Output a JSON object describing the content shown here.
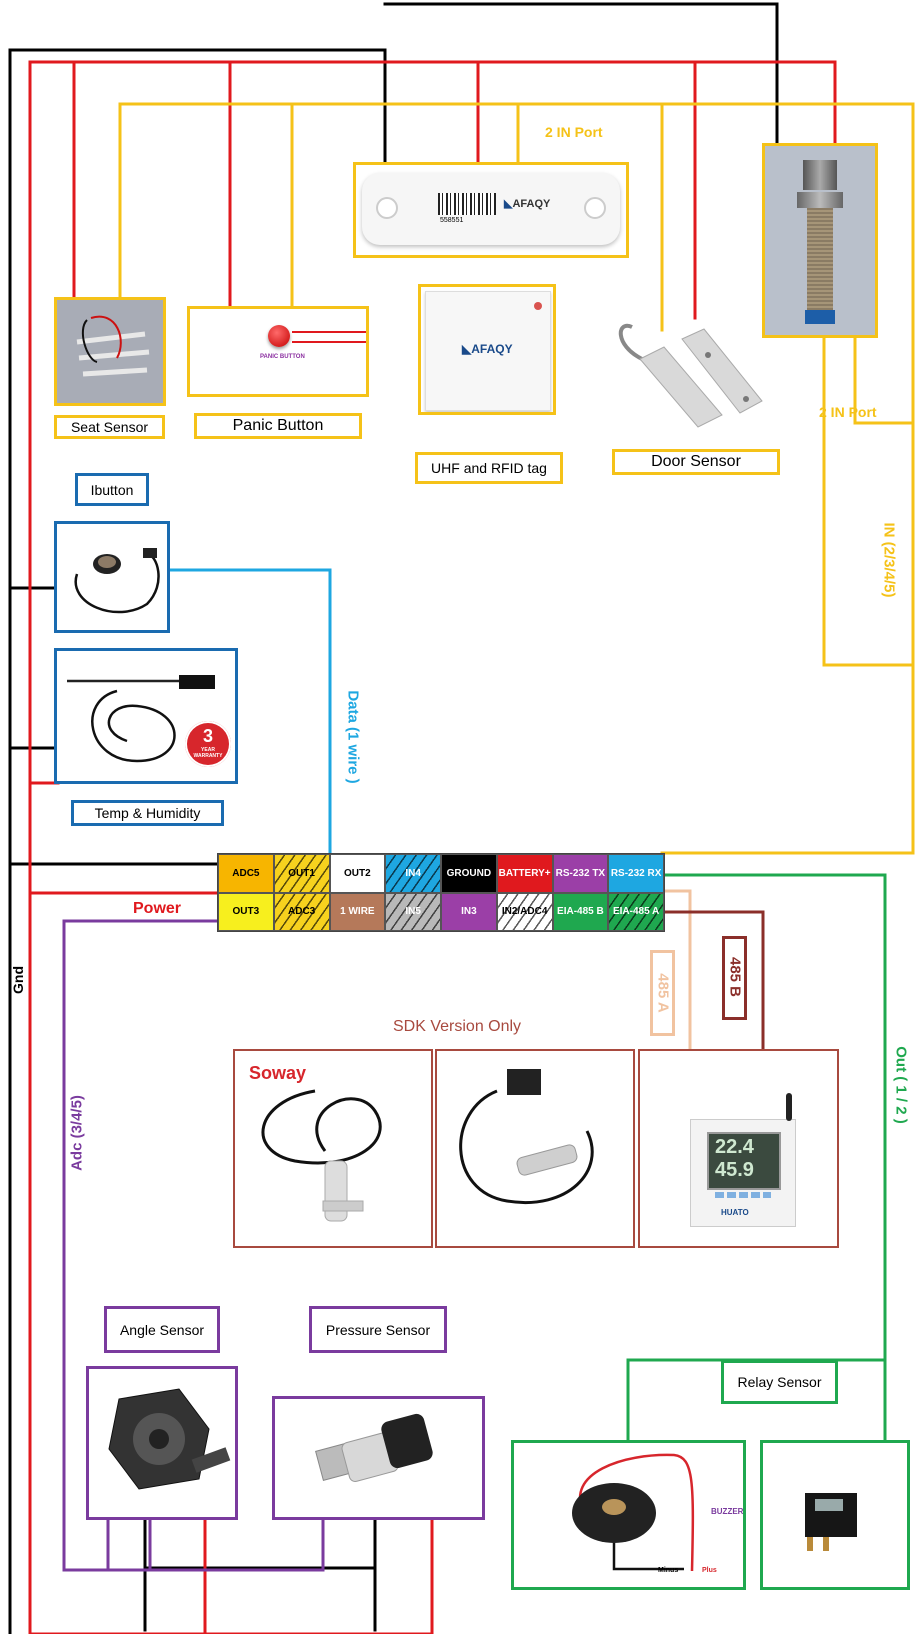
{
  "colors": {
    "gnd": "#000000",
    "power": "#e0191e",
    "input": "#f5c218",
    "data": "#1ea7e1",
    "adc": "#7a3b9e",
    "out": "#1fa84f",
    "rs485a": "#f1c3a0",
    "rs485b": "#8b2f2a",
    "sdk": "#a84a3f",
    "ibutton": "#1a6bb0"
  },
  "labels": {
    "seat_sensor": "Seat Sensor",
    "panic_button": "Panic Button",
    "uhf_rfid": "UHF and RFID tag",
    "door_sensor": "Door Sensor",
    "ibutton": "Ibutton",
    "temp_humidity": "Temp & Humidity",
    "angle_sensor": "Angle Sensor",
    "pressure_sensor": "Pressure Sensor",
    "relay_sensor": "Relay Sensor",
    "sdk_version": "SDK Version Only"
  },
  "wire_labels": {
    "two_in_port_top": "2 IN Port",
    "two_in_port_right": "2 IN Port",
    "in_2345": "IN (2/3/4/5)",
    "data_1wire": "Data (1 wire )",
    "power": "Power",
    "gnd": "Gnd",
    "adc_345": "Adc (3/4/5)",
    "out_12": "Out ( 1 / 2 )",
    "rs485a": "485 A",
    "rs485b": "485 B"
  },
  "product_text": {
    "tracker_brand": "AFAQY",
    "tracker_serial": "558551",
    "reader_brand": "AFAQY",
    "panic_small": "PANIC BUTTON",
    "warranty_num": "3",
    "warranty_text": "YEAR WARRANTY",
    "soway": "Soway",
    "logger_temp": "22.4",
    "logger_hum": "45.9",
    "logger_brand": "HUATO",
    "buzzer": "BUZZER",
    "minus": "Minus",
    "plus": "Plus"
  },
  "connector": {
    "row1": [
      {
        "label": "ADC5",
        "bg": "#f7b500",
        "fg": "#000000",
        "hatch": false
      },
      {
        "label": "OUT1",
        "bg": "#f7d21e",
        "fg": "#000000",
        "hatch": true
      },
      {
        "label": "OUT2",
        "bg": "#ffffff",
        "fg": "#000000",
        "hatch": false
      },
      {
        "label": "IN4",
        "bg": "#1ea7e1",
        "fg": "#ffffff",
        "hatch": true
      },
      {
        "label": "GROUND",
        "bg": "#000000",
        "fg": "#ffffff",
        "hatch": false
      },
      {
        "label": "BATTERY+",
        "bg": "#e0191e",
        "fg": "#ffffff",
        "hatch": false
      },
      {
        "label": "RS-232 TX",
        "bg": "#9b3fa7",
        "fg": "#ffffff",
        "hatch": false
      },
      {
        "label": "RS-232 RX",
        "bg": "#1ea7e1",
        "fg": "#ffffff",
        "hatch": false
      }
    ],
    "row2": [
      {
        "label": "OUT3",
        "bg": "#f7ef1e",
        "fg": "#000000",
        "hatch": false
      },
      {
        "label": "ADC3",
        "bg": "#f7d21e",
        "fg": "#000000",
        "hatch": true
      },
      {
        "label": "1 WIRE",
        "bg": "#b5795a",
        "fg": "#ffffff",
        "hatch": false
      },
      {
        "label": "IN5",
        "bg": "#b9b9b9",
        "fg": "#ffffff",
        "hatch": true
      },
      {
        "label": "IN3",
        "bg": "#9b3fa7",
        "fg": "#ffffff",
        "hatch": false
      },
      {
        "label": "IN2/ADC4",
        "bg": "#ffffff",
        "fg": "#000000",
        "hatch": true
      },
      {
        "label": "EIA-485 B",
        "bg": "#1fa84f",
        "fg": "#ffffff",
        "hatch": false
      },
      {
        "label": "EIA-485 A",
        "bg": "#1fa84f",
        "fg": "#ffffff",
        "hatch": true
      }
    ]
  }
}
